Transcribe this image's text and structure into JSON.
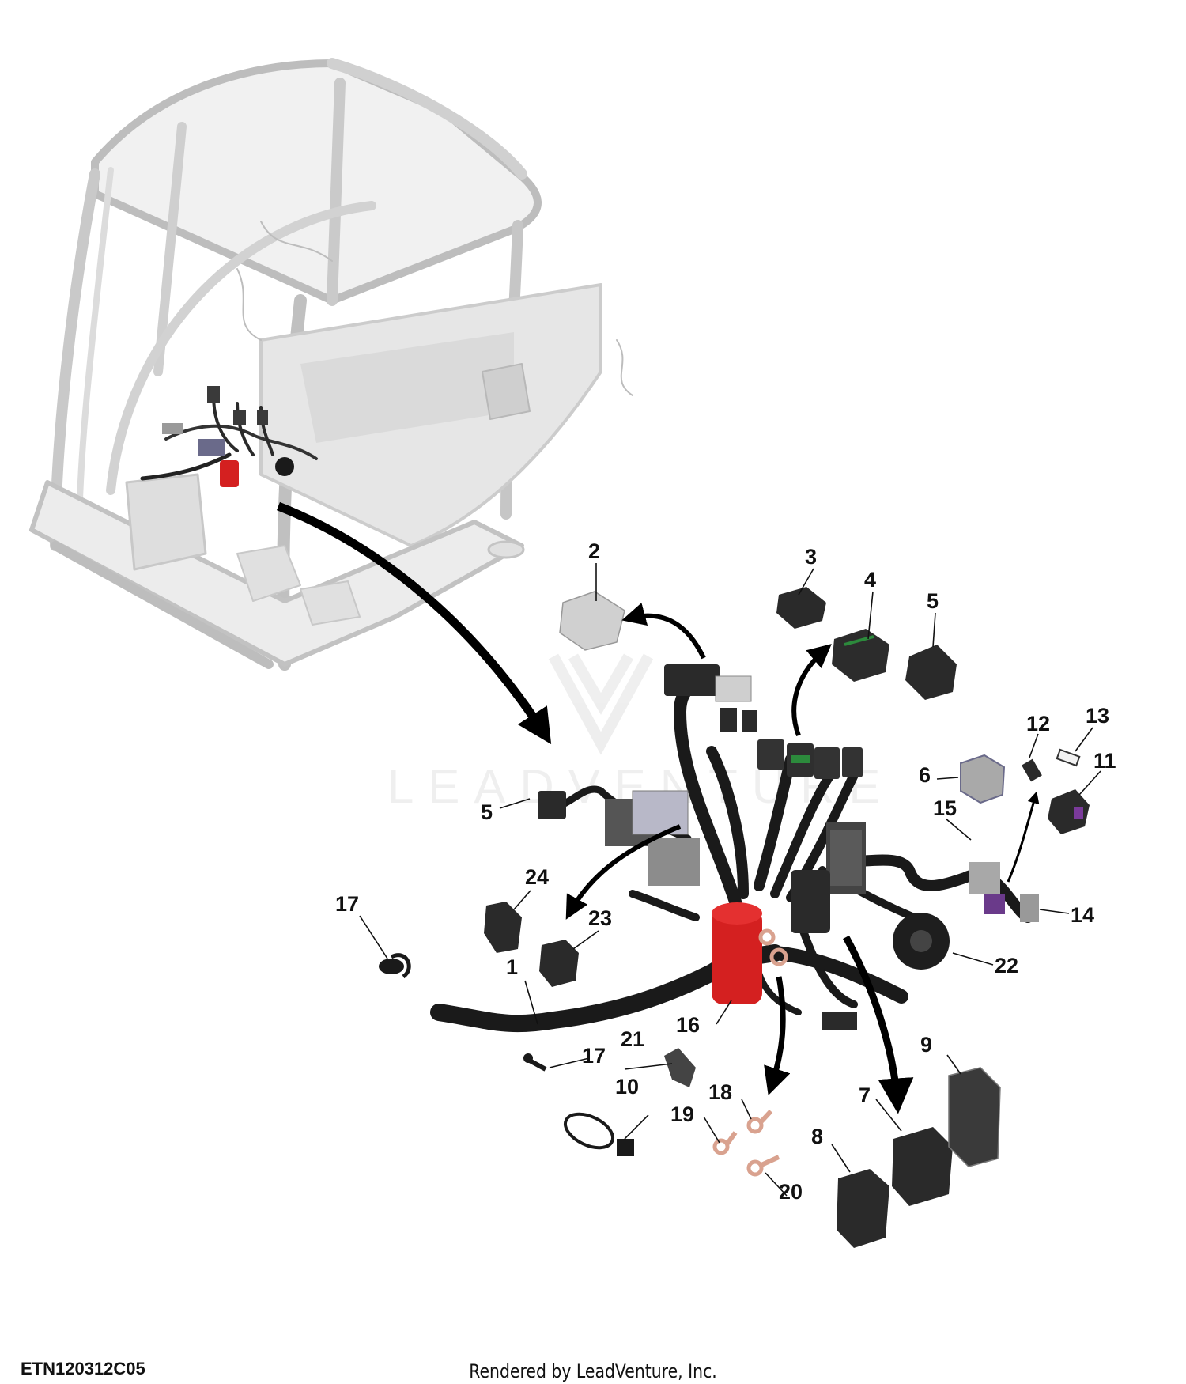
{
  "diagram": {
    "id_label": "ETN120312C05",
    "render_credit": "Rendered by LeadVenture, Inc.",
    "watermark": "LEADVENTURE",
    "colors": {
      "harness": "#1a1a1a",
      "boot": "#d42020",
      "connector_gray": "#9a9a9a",
      "terminal": "#d9a28f",
      "cab_frame": "#c8c8c8"
    },
    "callouts": [
      "1",
      "2",
      "3",
      "4",
      "5",
      "5",
      "6",
      "7",
      "8",
      "9",
      "10",
      "11",
      "12",
      "13",
      "14",
      "15",
      "16",
      "17",
      "17",
      "18",
      "19",
      "20",
      "21",
      "22",
      "23",
      "24"
    ]
  }
}
